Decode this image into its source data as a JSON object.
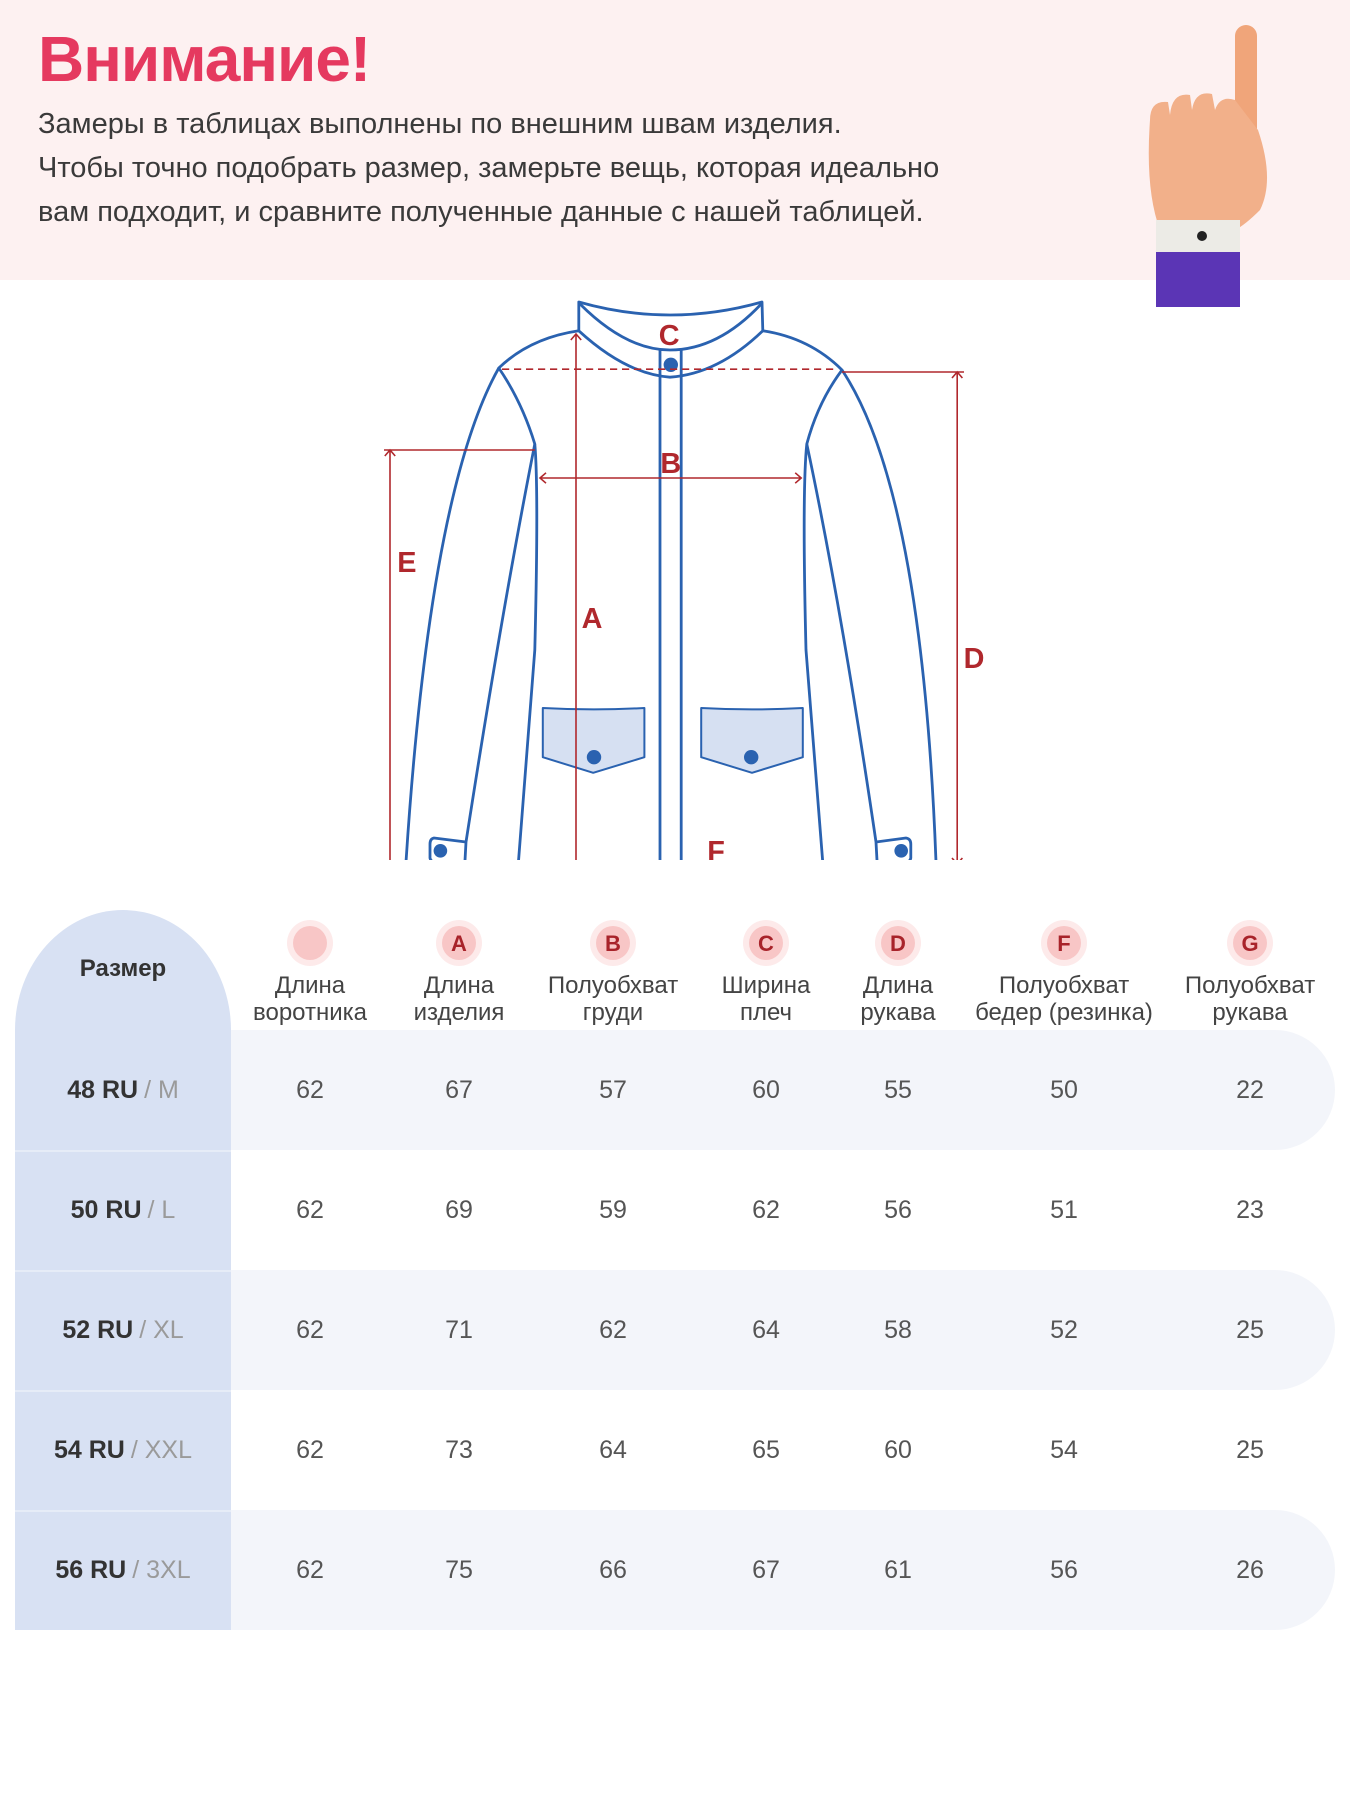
{
  "header": {
    "title": "Внимание!",
    "lines": [
      "Замеры в таблицах выполнены по внешним швам изделия.",
      "Чтобы точно подобрать размер, замерьте вещь, которая идеально",
      "вам подходит, и сравните полученные данные с нашей таблицей."
    ]
  },
  "diagram": {
    "labels": {
      "a": "A",
      "b": "B",
      "c": "C",
      "d": "D",
      "e": "E",
      "f": "F"
    }
  },
  "colors": {
    "accent": "#e5395f",
    "measure": "#b0282d",
    "outline": "#2a62b0",
    "size_col": "#d8e1f3"
  },
  "table": {
    "size_header": "Размер",
    "columns": [
      {
        "badge": "",
        "line1": "Длина",
        "line2": "воротника"
      },
      {
        "badge": "A",
        "line1": "Длина",
        "line2": "изделия"
      },
      {
        "badge": "B",
        "line1": "Полуобхват",
        "line2": "груди"
      },
      {
        "badge": "C",
        "line1": "Ширина",
        "line2": "плеч"
      },
      {
        "badge": "D",
        "line1": "Длина",
        "line2": "рукава"
      },
      {
        "badge": "F",
        "line1": "Полуобхват",
        "line2": "бедер (резинка)"
      },
      {
        "badge": "G",
        "line1": "Полуобхват",
        "line2": "рукава"
      }
    ],
    "rows": [
      {
        "ru": "48 RU",
        "intl": "/ M",
        "values": [
          "62",
          "67",
          "57",
          "60",
          "55",
          "50",
          "22"
        ]
      },
      {
        "ru": "50 RU",
        "intl": "/ L",
        "values": [
          "62",
          "69",
          "59",
          "62",
          "56",
          "51",
          "23"
        ]
      },
      {
        "ru": "52 RU",
        "intl": "/ XL",
        "values": [
          "62",
          "71",
          "62",
          "64",
          "58",
          "52",
          "25"
        ]
      },
      {
        "ru": "54 RU",
        "intl": "/ XXL",
        "values": [
          "62",
          "73",
          "64",
          "65",
          "60",
          "54",
          "25"
        ]
      },
      {
        "ru": "56 RU",
        "intl": "/ 3XL",
        "values": [
          "62",
          "75",
          "66",
          "67",
          "61",
          "56",
          "26"
        ]
      }
    ]
  }
}
